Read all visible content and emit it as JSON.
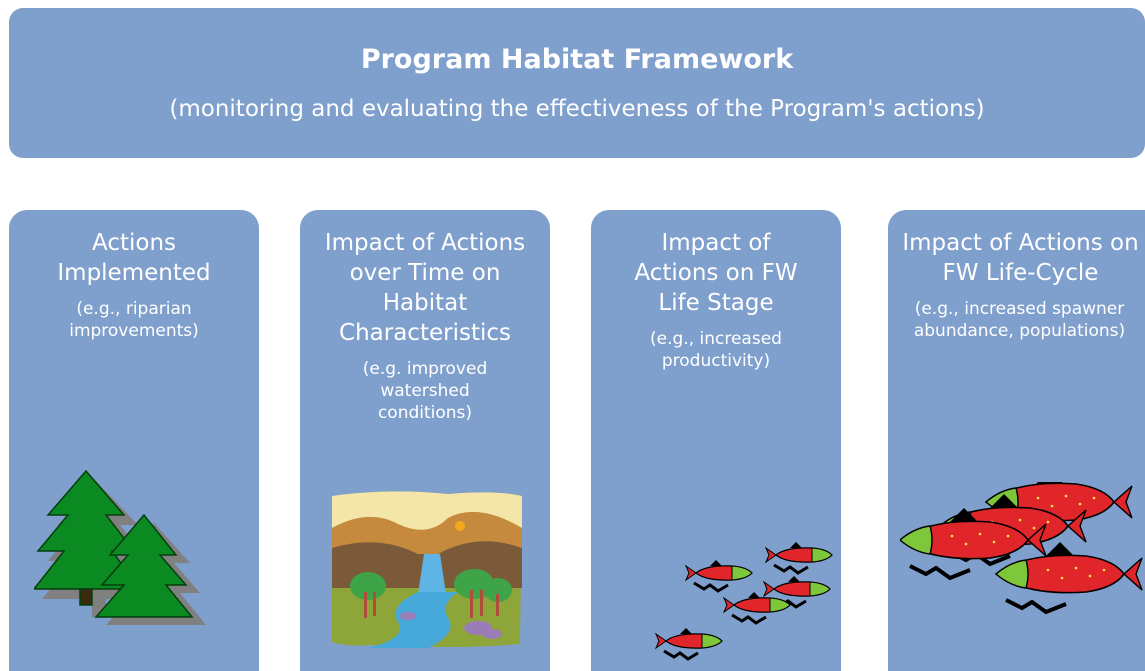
{
  "header": {
    "title": "Program Habitat Framework",
    "subtitle": "(monitoring and evaluating the effectiveness of the Program's actions)"
  },
  "cards": [
    {
      "title": "Actions Implemented",
      "example": "(e.g., riparian improvements)",
      "art": "evergreen-trees-icon"
    },
    {
      "title": "Impact  of Actions over Time on Habitat Characteristics",
      "example": "(e.g. improved watershed conditions)",
      "art": "watershed-landscape-icon"
    },
    {
      "title": "Impact of Actions on FW Life Stage",
      "example": "(e.g., increased productivity)",
      "art": "small-salmon-school-icon"
    },
    {
      "title": "Impact of Actions on FW Life-Cycle",
      "example": "(e.g., increased spawner abundance, populations)",
      "art": "large-salmon-school-icon"
    }
  ],
  "colors": {
    "box": "#7f9fcd",
    "text": "#ffffff",
    "salmon": "#e0262a",
    "salmon_head": "#7ec63a",
    "tree": "#0a8a20"
  }
}
